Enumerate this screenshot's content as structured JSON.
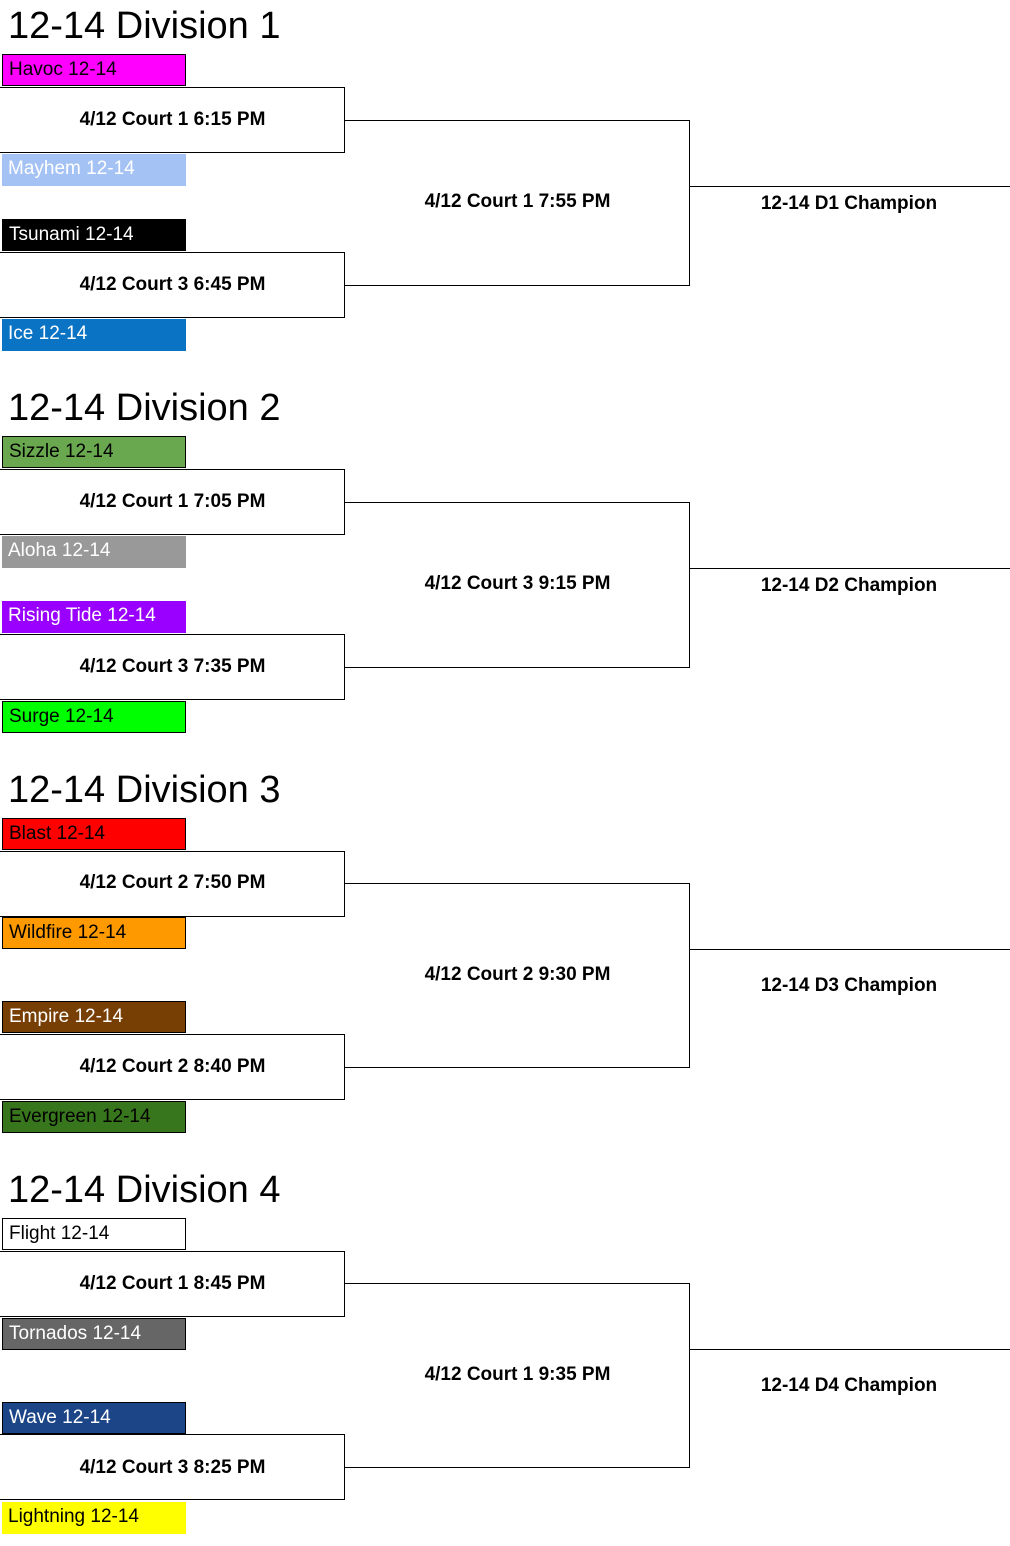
{
  "divisions": [
    {
      "title": "12-14 Division 1",
      "teams": [
        {
          "name": "Havoc 12-14",
          "bg": "#ff00ff",
          "fg": "#000000"
        },
        {
          "name": "Mayhem 12-14",
          "bg": "#a4c2f4",
          "fg": "#ffffff"
        },
        {
          "name": "Tsunami 12-14",
          "bg": "#000000",
          "fg": "#ffffff"
        },
        {
          "name": "Ice 12-14",
          "bg": "#0b73c4",
          "fg": "#ffffff"
        }
      ],
      "matches": [
        "4/12 Court 1 6:15 PM",
        "4/12 Court 3 6:45 PM"
      ],
      "final": "4/12 Court 1 7:55 PM",
      "champion": "12-14 D1 Champion"
    },
    {
      "title": "12-14 Division 2",
      "teams": [
        {
          "name": "Sizzle 12-14",
          "bg": "#6aa84f",
          "fg": "#000000"
        },
        {
          "name": "Aloha 12-14",
          "bg": "#999999",
          "fg": "#ffffff"
        },
        {
          "name": "Rising Tide 12-14",
          "bg": "#9900ff",
          "fg": "#ffffff"
        },
        {
          "name": "Surge 12-14",
          "bg": "#00ff00",
          "fg": "#000000"
        }
      ],
      "matches": [
        "4/12 Court 1 7:05 PM",
        "4/12 Court 3 7:35 PM"
      ],
      "final": "4/12 Court 3 9:15 PM",
      "champion": "12-14 D2 Champion"
    },
    {
      "title": "12-14 Division 3",
      "teams": [
        {
          "name": "Blast 12-14",
          "bg": "#ff0000",
          "fg": "#000000"
        },
        {
          "name": "Wildfire 12-14",
          "bg": "#ff9900",
          "fg": "#000000"
        },
        {
          "name": "Empire 12-14",
          "bg": "#783f04",
          "fg": "#ffffff"
        },
        {
          "name": "Evergreen 12-14",
          "bg": "#38761d",
          "fg": "#000000"
        }
      ],
      "matches": [
        "4/12 Court 2 7:50 PM",
        "4/12 Court 2 8:40 PM"
      ],
      "final": "4/12 Court 2 9:30 PM",
      "champion": "12-14 D3 Champion"
    },
    {
      "title": "12-14 Division 4",
      "teams": [
        {
          "name": "Flight 12-14",
          "bg": "#ffffff",
          "fg": "#000000"
        },
        {
          "name": "Tornados 12-14",
          "bg": "#666666",
          "fg": "#ffffff"
        },
        {
          "name": "Wave 12-14",
          "bg": "#1c4587",
          "fg": "#ffffff"
        },
        {
          "name": "Lightning 12-14",
          "bg": "#ffff00",
          "fg": "#000000"
        }
      ],
      "matches": [
        "4/12 Court 1 8:45 PM",
        "4/12 Court 3 8:25 PM"
      ],
      "final": "4/12 Court 1 9:35 PM",
      "champion": "12-14 D4 Champion"
    }
  ]
}
